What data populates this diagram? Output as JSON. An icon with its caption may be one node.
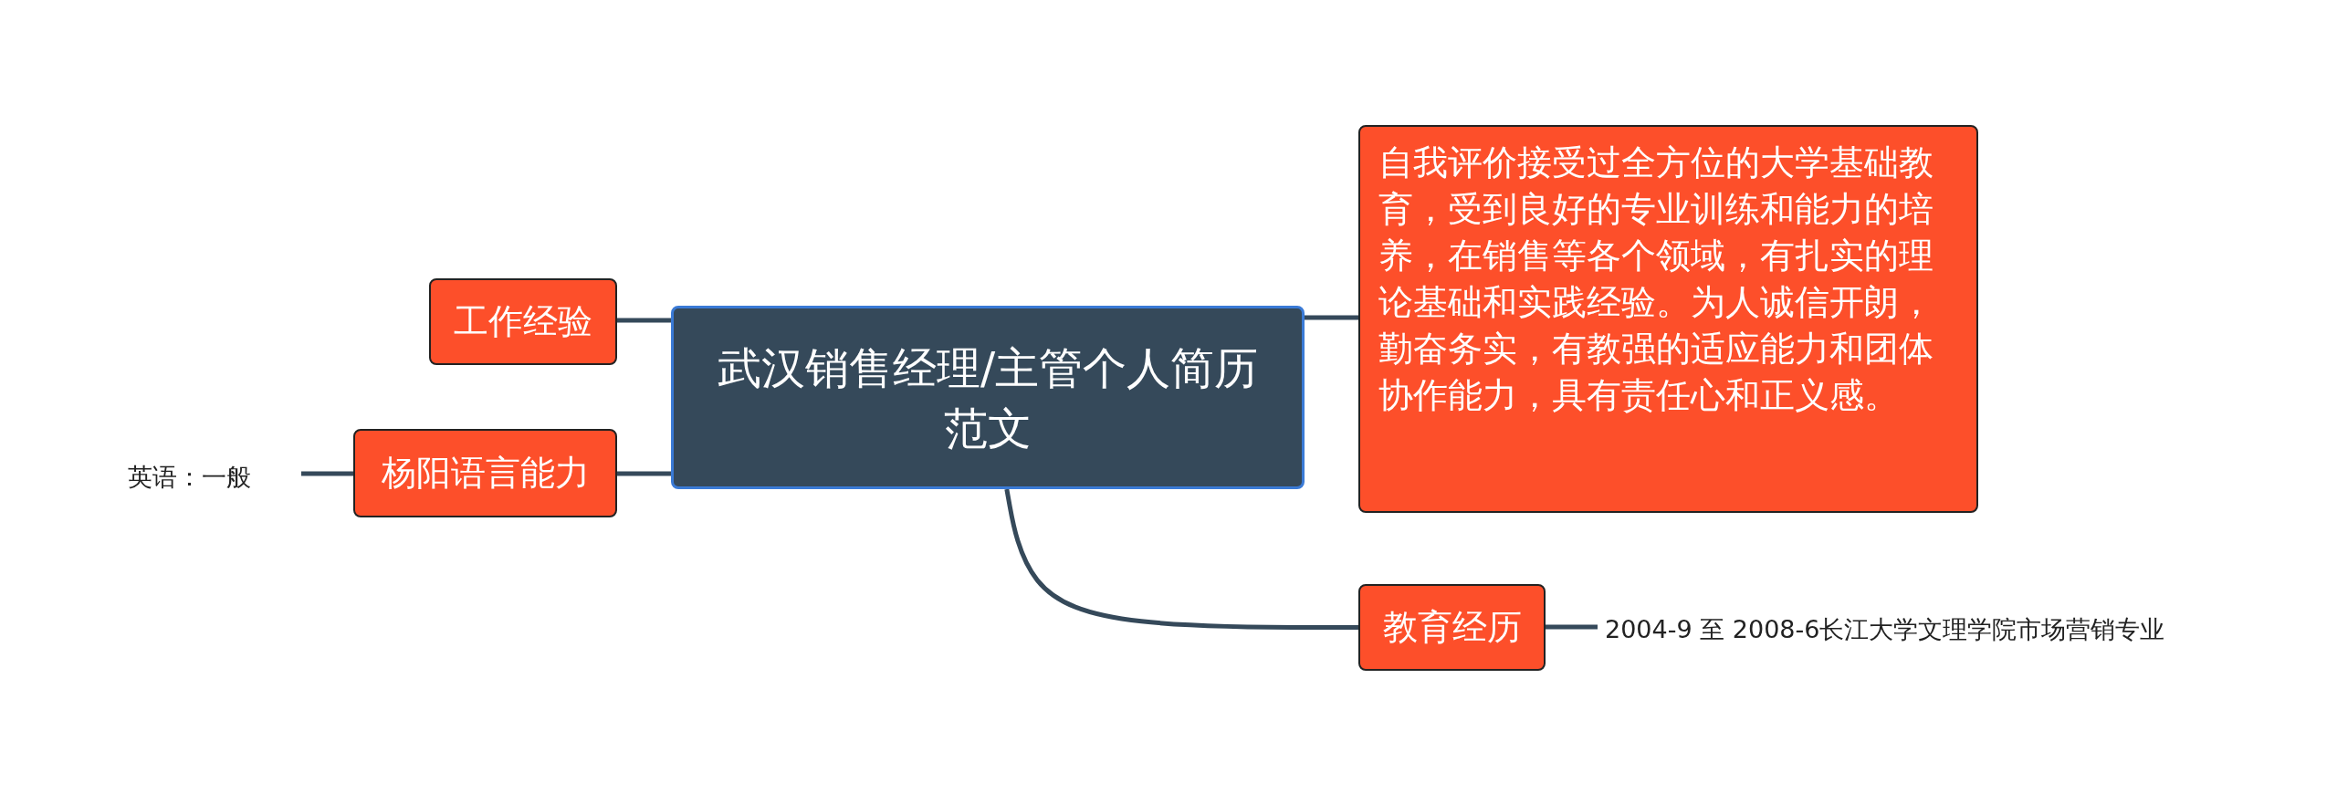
{
  "diagram": {
    "nodes": [
      {
        "text": [
          "武汉销售经理/主管个人简历范文"
        ]
      },
      {
        "text": [
          "自我评价接受过全方位的大学基础教育，受到良好的专业训练和能力的培养，在销售等各个领域，有扎实的理论基础和实践经验。为人诚信开朗，勤奋务实，有教强的适应能力和团体协作能力，具有责任心和正义感。"
        ]
      },
      {
        "text": [
          "工作经验"
        ]
      },
      {
        "text": [
          "杨阳语言能力"
        ]
      },
      {
        "text": [
          "英语：一般"
        ]
      },
      {
        "text": [
          "教育经历"
        ]
      },
      {
        "text": [
          "2004-9 至 2008-6长江大学文理学院市场营销专业"
        ]
      }
    ],
    "edges": [
      {
        "from": 0,
        "to": 1,
        "arrow": "none"
      },
      {
        "from": 0,
        "to": 2,
        "arrow": "none"
      },
      {
        "from": 0,
        "to": 3,
        "arrow": "none"
      },
      {
        "from": 3,
        "to": 4,
        "arrow": "none"
      },
      {
        "from": 0,
        "to": 5,
        "arrow": "none"
      },
      {
        "from": 5,
        "to": 6,
        "arrow": "none"
      }
    ]
  }
}
